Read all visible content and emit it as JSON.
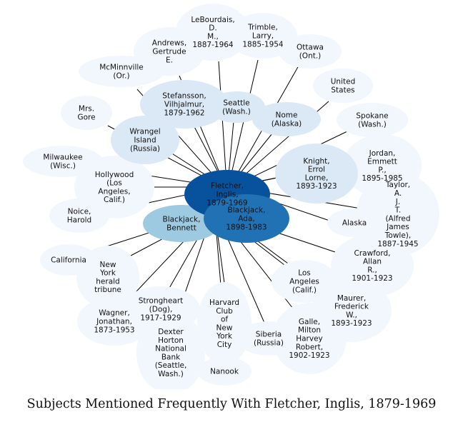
{
  "caption": "Subjects Mentioned Frequently With Fletcher, Inglis, 1879-1969",
  "colors": {
    "edge": "#000000",
    "center_node": "#08519c",
    "strong_node": "#2171b5",
    "medium_node": "#9ecae1",
    "light_node": "#dbe9f6",
    "faint_node": "#f2f7fd"
  },
  "center": {
    "id": "fletcher",
    "label": [
      "Fletcher,",
      "Inglis,",
      "1879-1969"
    ],
    "color": "center_node"
  },
  "nodes": [
    {
      "id": "blackjack-ada",
      "label": [
        "Blackjack,",
        "Ada,",
        "1898-1983"
      ],
      "color": "strong_node"
    },
    {
      "id": "blackjack-bennett",
      "label": [
        "Blackjack,",
        "Bennett"
      ],
      "color": "medium_node"
    },
    {
      "id": "knight",
      "label": [
        "Knight,",
        "Errol",
        "Lorne,",
        "1893-1923"
      ],
      "color": "light_node"
    },
    {
      "id": "stefansson",
      "label": [
        "Stefansson,",
        "Vilhjalmur,",
        "1879-1962"
      ],
      "color": "light_node"
    },
    {
      "id": "wrangel",
      "label": [
        "Wrangel",
        "Island",
        "(Russia)"
      ],
      "color": "light_node"
    },
    {
      "id": "seattle",
      "label": [
        "Seattle",
        "(Wash.)"
      ],
      "color": "light_node"
    },
    {
      "id": "nome",
      "label": [
        "Nome",
        "(Alaska)"
      ],
      "color": "light_node"
    },
    {
      "id": "lebourdais",
      "label": [
        "LeBourdais,",
        "D.",
        "M.,",
        "1887-1964"
      ],
      "color": "faint_node"
    },
    {
      "id": "trimble",
      "label": [
        "Trimble,",
        "Larry,",
        "1885-1954"
      ],
      "color": "faint_node"
    },
    {
      "id": "andrews",
      "label": [
        "Andrews,",
        "Gertrude",
        "E."
      ],
      "color": "faint_node"
    },
    {
      "id": "ottawa",
      "label": [
        "Ottawa",
        "(Ont.)"
      ],
      "color": "faint_node"
    },
    {
      "id": "mcminnville",
      "label": [
        "McMinnville",
        "(Or.)"
      ],
      "color": "faint_node"
    },
    {
      "id": "united-states",
      "label": [
        "United",
        "States"
      ],
      "color": "faint_node"
    },
    {
      "id": "mrs-gore",
      "label": [
        "Mrs.",
        "Gore"
      ],
      "color": "faint_node"
    },
    {
      "id": "spokane",
      "label": [
        "Spokane",
        "(Wash.)"
      ],
      "color": "faint_node"
    },
    {
      "id": "milwaukee",
      "label": [
        "Milwaukee",
        "(Wisc.)"
      ],
      "color": "faint_node"
    },
    {
      "id": "jordan",
      "label": [
        "Jordan,",
        "Emmett",
        "P.,",
        "1895-1985"
      ],
      "color": "faint_node"
    },
    {
      "id": "hollywood",
      "label": [
        "Hollywood",
        "(Los",
        "Angeles,",
        "Calif.)"
      ],
      "color": "faint_node"
    },
    {
      "id": "taylor",
      "label": [
        "Taylor,",
        "A.",
        "J.",
        "T.",
        "(Alfred",
        "James",
        "Towle),",
        "1887-1945"
      ],
      "color": "faint_node"
    },
    {
      "id": "noice",
      "label": [
        "Noice,",
        "Harold"
      ],
      "color": "faint_node"
    },
    {
      "id": "alaska",
      "label": [
        "Alaska"
      ],
      "color": "faint_node"
    },
    {
      "id": "california",
      "label": [
        "California"
      ],
      "color": "faint_node"
    },
    {
      "id": "crawford",
      "label": [
        "Crawford,",
        "Allan",
        "R.,",
        "1901-1923"
      ],
      "color": "faint_node"
    },
    {
      "id": "ny-herald",
      "label": [
        "New",
        "York",
        "herald",
        "tribune"
      ],
      "color": "faint_node"
    },
    {
      "id": "los-angeles",
      "label": [
        "Los",
        "Angeles",
        "(Calif.)"
      ],
      "color": "faint_node"
    },
    {
      "id": "maurer",
      "label": [
        "Maurer,",
        "Frederick",
        "W.,",
        "1893-1923"
      ],
      "color": "faint_node"
    },
    {
      "id": "wagner",
      "label": [
        "Wagner,",
        "Jonathan,",
        "1873-1953"
      ],
      "color": "faint_node"
    },
    {
      "id": "strongheart",
      "label": [
        "Strongheart",
        "(Dog),",
        "1917-1929"
      ],
      "color": "faint_node"
    },
    {
      "id": "harvard-club",
      "label": [
        "Harvard",
        "Club",
        "of",
        "New",
        "York",
        "City"
      ],
      "color": "faint_node"
    },
    {
      "id": "galle",
      "label": [
        "Galle,",
        "Milton",
        "Harvey",
        "Robert,",
        "1902-1923"
      ],
      "color": "faint_node"
    },
    {
      "id": "siberia",
      "label": [
        "Siberia",
        "(Russia)"
      ],
      "color": "faint_node"
    },
    {
      "id": "dexter-horton",
      "label": [
        "Dexter",
        "Horton",
        "National",
        "Bank",
        "(Seattle,",
        "Wash.)"
      ],
      "color": "faint_node"
    },
    {
      "id": "nanook",
      "label": [
        "Nanook"
      ],
      "color": "faint_node"
    }
  ]
}
